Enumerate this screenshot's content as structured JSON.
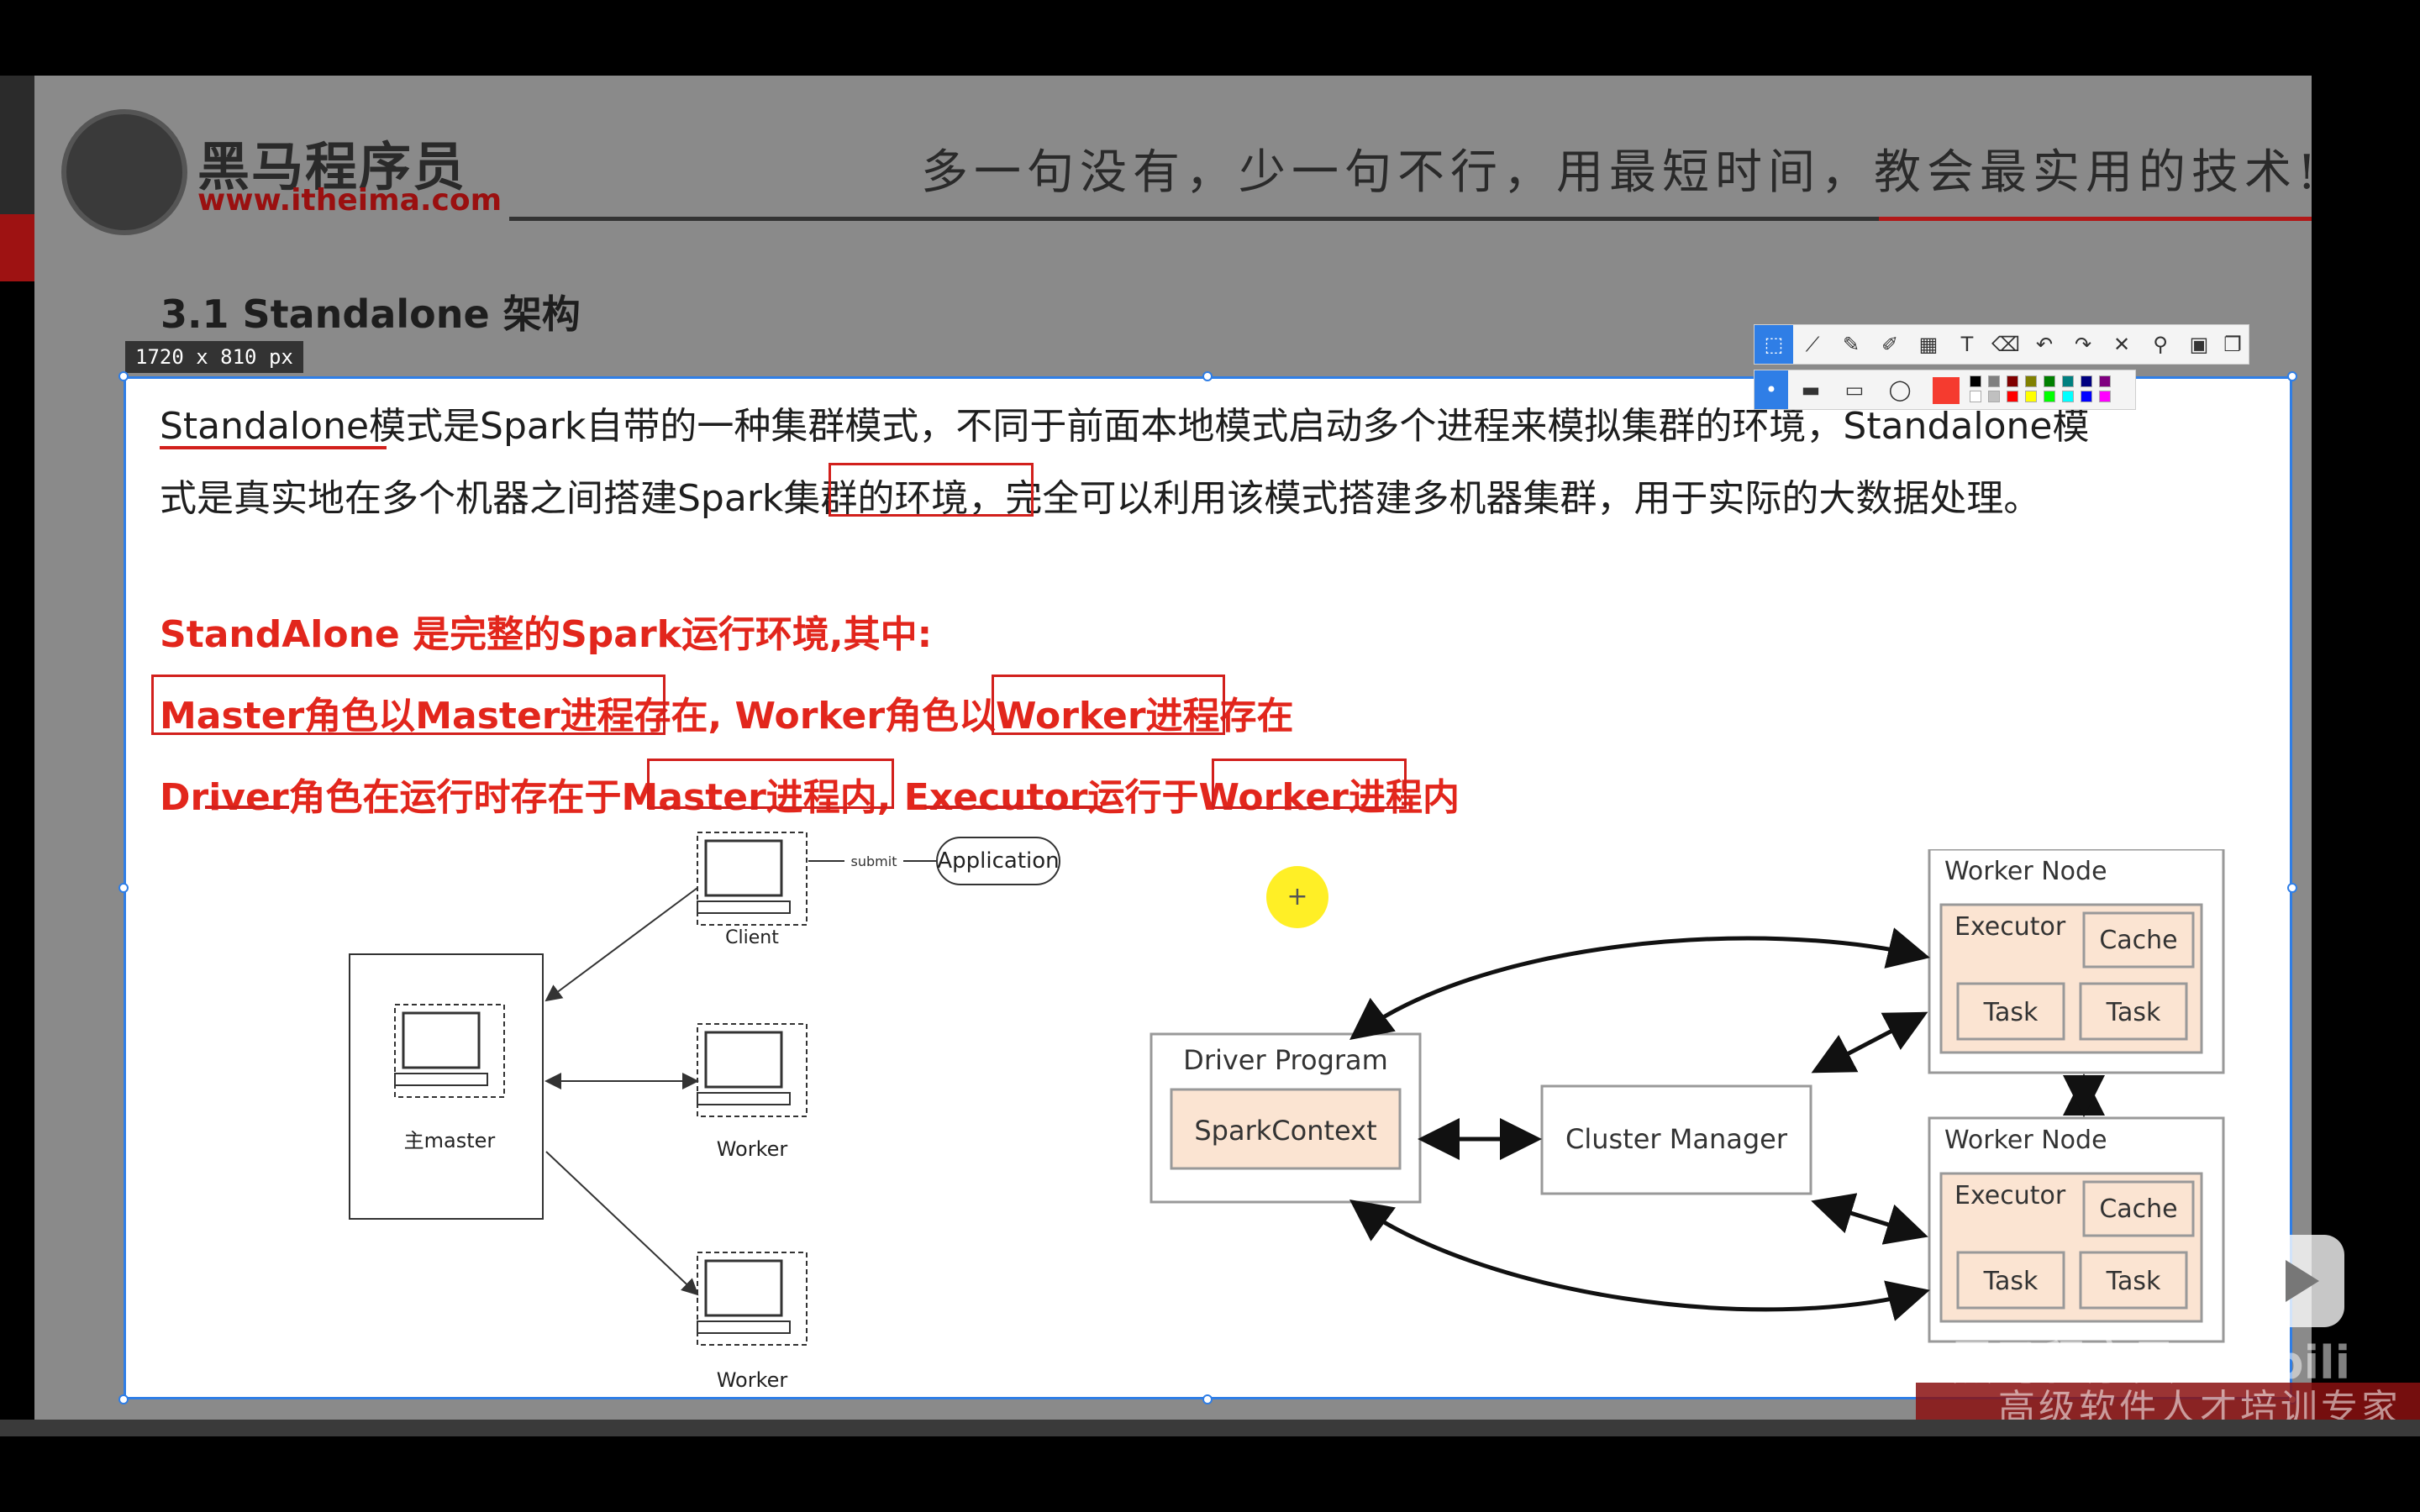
{
  "header": {
    "logo_cn": "黑马程序员",
    "logo_url": "www.itheima.com",
    "slogan": "多一句没有，少一句不行，用最短时间，教会最实用的技术!"
  },
  "section_title": "3.1 Standalone 架构",
  "selection": {
    "size_label": "1720 x 810  px"
  },
  "paragraph": {
    "line1": "Standalone模式是Spark自带的一种集群模式，不同于前面本地模式启动多个进程来模拟集群的环境，Standalone模",
    "line2": "式是真实地在多个机器之间搭建Spark集群的环境，完全可以利用该模式搭建多机器集群，用于实际的大数据处理。"
  },
  "highlights": {
    "line1": "StandAlone 是完整的Spark运行环境,其中:",
    "line2": "Master角色以Master进程存在, Worker角色以Worker进程存在",
    "line3": "Driver角色在运行时存在于Master进程内, Executor运行于Worker进程内"
  },
  "left_diagram": {
    "client_label": "Client",
    "submit_label": "submit",
    "application_label": "Application",
    "master_label": "主master",
    "worker_label_1": "Worker",
    "worker_label_2": "Worker"
  },
  "right_diagram": {
    "driver_program": "Driver Program",
    "spark_context": "SparkContext",
    "cluster_manager": "Cluster Manager",
    "worker_node_1": "Worker Node",
    "worker_node_2": "Worker Node",
    "executor_1": "Executor",
    "executor_2": "Executor",
    "cache_1": "Cache",
    "cache_2": "Cache",
    "task_1": "Task",
    "task_2": "Task",
    "task_3": "Task",
    "task_4": "Task"
  },
  "toolbar": {
    "icons": [
      "select-icon",
      "polyline-icon",
      "pen-icon",
      "marker-icon",
      "mosaic-icon",
      "text-icon",
      "eraser-icon",
      "undo-icon",
      "redo-icon",
      "close-icon",
      "pin-icon",
      "save-icon",
      "copy-icon"
    ],
    "swatches": [
      "#000000",
      "#808080",
      "#800000",
      "#808000",
      "#008000",
      "#008080",
      "#000080",
      "#800080",
      "#ffffff",
      "#c0c0c0",
      "#ff0000",
      "#ffff00",
      "#00ff00",
      "#00ffff",
      "#0000ff",
      "#ff00ff"
    ],
    "current_color": "#f53b2f"
  },
  "watermark": {
    "logo": "黑马程序员 bilibili",
    "text": "高级软件人才培训专家"
  },
  "colors": {
    "accent": "#2f7ee6",
    "highlight_red": "#e2261c",
    "node_fill": "#fbe4d2"
  }
}
